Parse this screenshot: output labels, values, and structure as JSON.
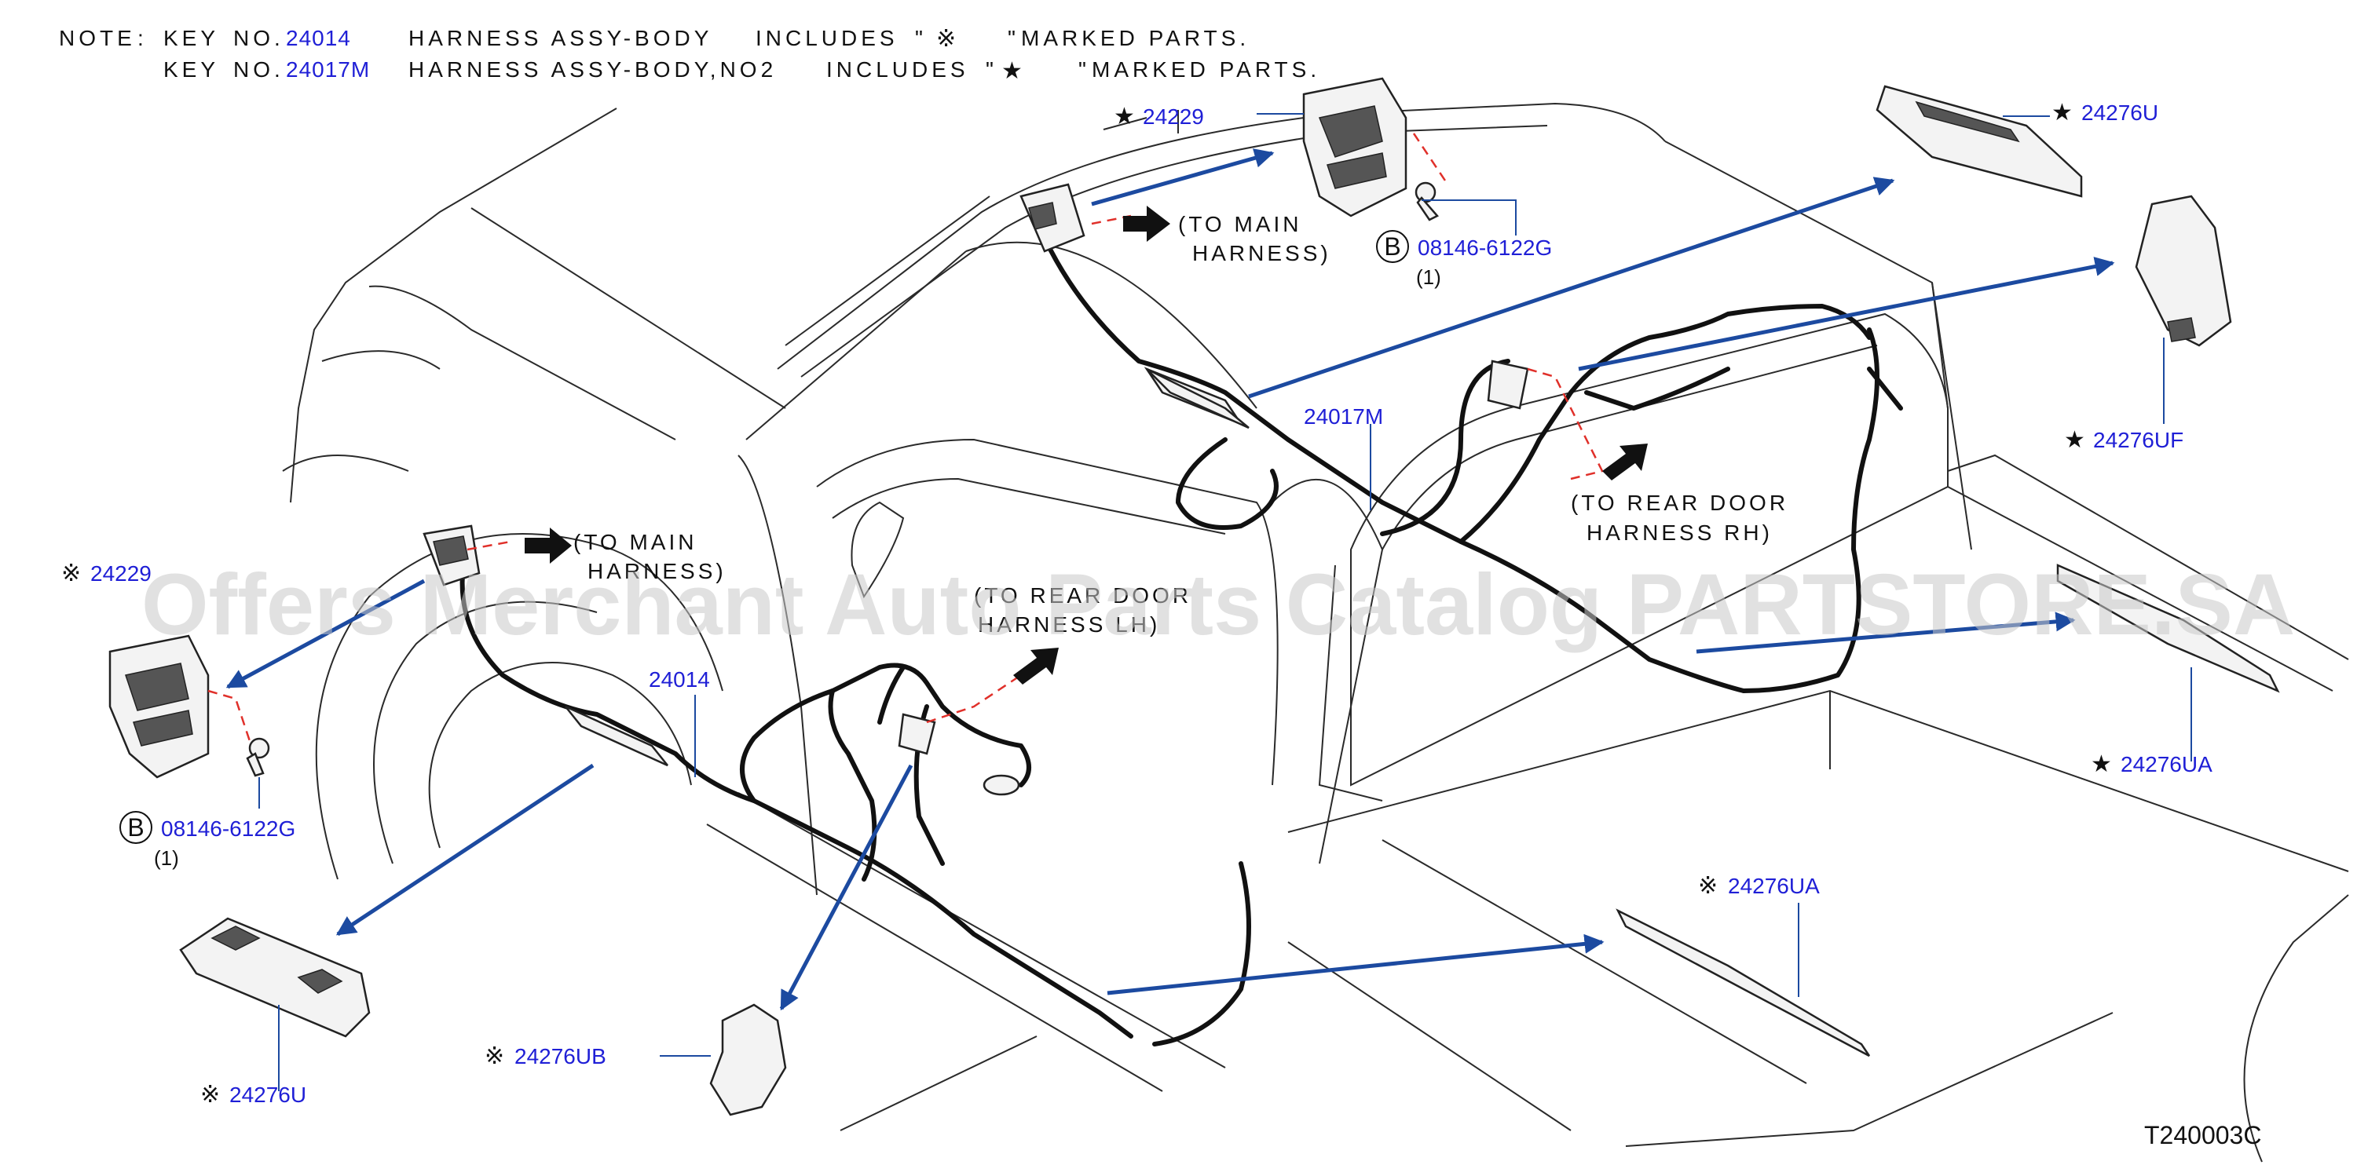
{
  "notes": [
    {
      "prefix": "NOTE",
      "sep": ":",
      "key_label": "KEY",
      "no_label": "NO.",
      "key": "24014",
      "name": "HARNESS ASSY-BODY",
      "includes": "INCLUDES",
      "symbol": "※",
      "suffix": "MARKED PARTS."
    },
    {
      "key_label": "KEY",
      "no_label": "NO.",
      "key": "24017M",
      "name": "HARNESS ASSY-BODY,NO2",
      "includes": "INCLUDES",
      "symbol": "★",
      "suffix": "MARKED PARTS."
    }
  ],
  "callouts": {
    "p24229_top": {
      "symbol": "★",
      "code": "24229"
    },
    "p24229_left": {
      "symbol": "※",
      "code": "24229"
    },
    "p24276U_top": {
      "symbol": "★",
      "code": "24276U"
    },
    "p24276UF": {
      "symbol": "★",
      "code": "24276UF"
    },
    "p24276UA_right": {
      "symbol": "★",
      "code": "24276UA"
    },
    "p24276UA_mid": {
      "symbol": "※",
      "code": "24276UA"
    },
    "p24276U_bottom": {
      "symbol": "※",
      "code": "24276U"
    },
    "p24276UB": {
      "symbol": "※",
      "code": "24276UB"
    },
    "p24017M": {
      "code": "24017M"
    },
    "p24014": {
      "code": "24014"
    },
    "bolt_top": {
      "circle": "B",
      "code": "08146-6122G",
      "qty": "(1)"
    },
    "bolt_left": {
      "circle": "B",
      "code": "08146-6122G",
      "qty": "(1)"
    }
  },
  "labels": {
    "to_main_top": [
      "(TO MAIN",
      "HARNESS)"
    ],
    "to_main_left": [
      "(TO MAIN",
      "HARNESS)"
    ],
    "to_rear_rh": [
      "(TO REAR DOOR",
      "HARNESS RH)"
    ],
    "to_rear_lh": [
      "(TO REAR DOOR",
      "HARNESS LH)"
    ]
  },
  "diagram_code": "T240003C",
  "watermark": "Offers Merchant Auto Parts Catalog PARTSTORE.SA",
  "colors": {
    "callout": "#1f1fd6",
    "arrow": "#1c4aa0",
    "dashed": "#e0302a",
    "line": "#111111"
  }
}
